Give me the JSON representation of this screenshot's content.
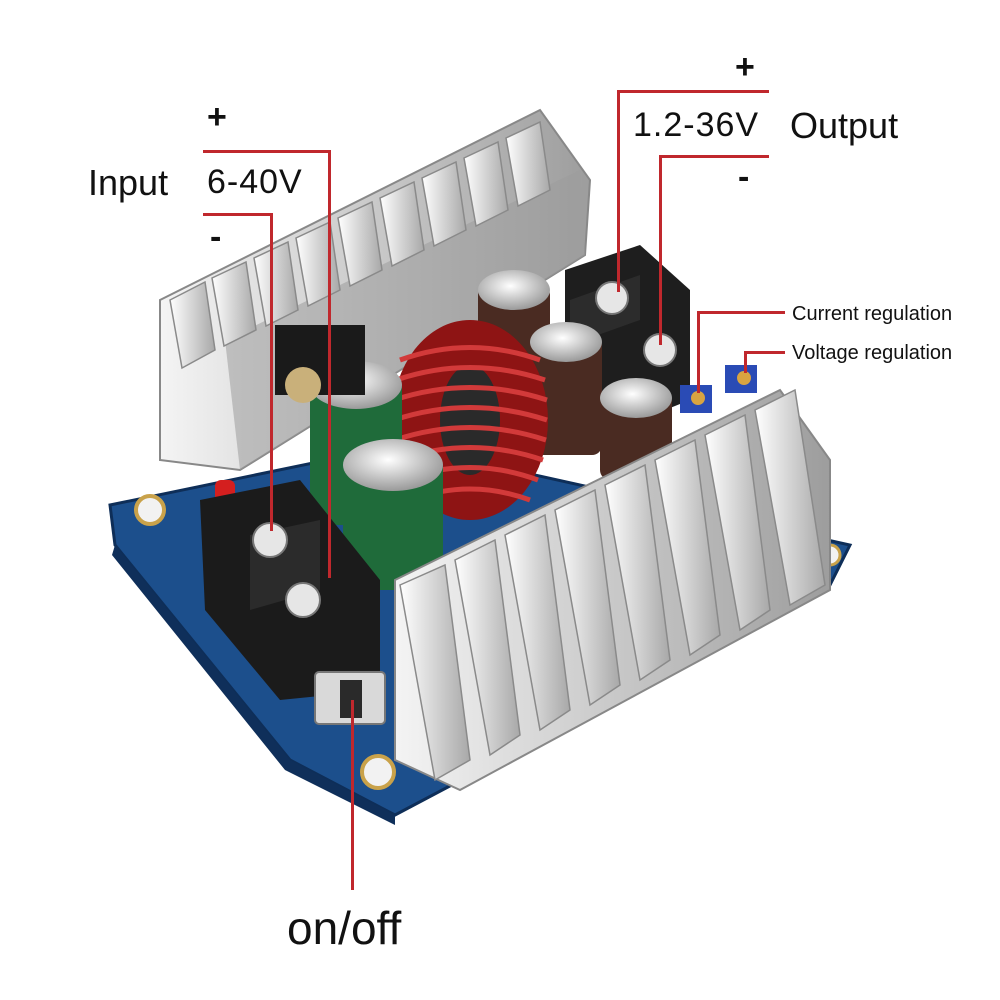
{
  "labels": {
    "input": {
      "plus": "+",
      "title": "Input",
      "range": "6-40V",
      "minus": "-"
    },
    "output": {
      "plus": "+",
      "range": "1.2-36V",
      "title": "Output",
      "minus": "-"
    },
    "adjust": {
      "current": "Current regulation",
      "voltage": "Voltage regulation"
    },
    "switch": {
      "label": "on/off"
    }
  },
  "colors": {
    "pcb": "#1c4f8c",
    "heatsink": "#d6d6d6",
    "lead_line": "#c0282d",
    "coil": "#b52222",
    "capacitor_green": "#1f6b3a",
    "capacitor_brown": "#4a2b22"
  }
}
